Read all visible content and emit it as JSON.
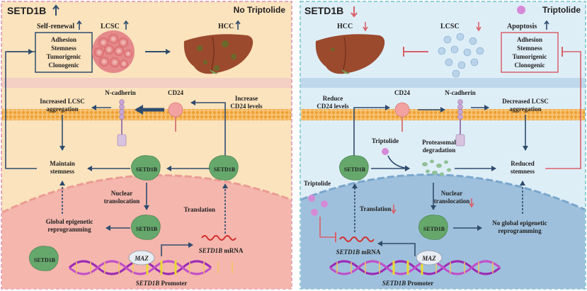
{
  "left": {
    "header_left": "SETD1B",
    "header_right": "No Triptolide",
    "self_renewal": "Self-renewal",
    "lcsc": "LCSC",
    "hcc": "HCC",
    "box_lines": [
      "Adhesion",
      "Stemness",
      "Tumorigenic",
      "Clonogenic"
    ],
    "n_cadherin": "N-cadherin",
    "cd24": "CD24",
    "increased_lcsc": [
      "Increased LCSC",
      "aggregation"
    ],
    "increase_cd24": [
      "Increase",
      "CD24 levels"
    ],
    "maintain": [
      "Maintain",
      "stemness"
    ],
    "setd1b": "SETD1B",
    "nuclear": [
      "Nuclear",
      "translocation"
    ],
    "translation": "Translation",
    "global": [
      "Global epigenetic",
      "reprogramming"
    ],
    "maz": "MAZ",
    "mrna_gene": "SETD1B",
    "mrna_suffix": " mRNA",
    "promoter_gene": "SETD1B",
    "promoter_suffix": " Promoter"
  },
  "right": {
    "header_left": "SETD1B",
    "header_right": "Triptolide",
    "hcc": "HCC",
    "lcsc": "LCSC",
    "apoptosis": "Apoptosis",
    "box_lines": [
      "Adhesion",
      "Stemness",
      "Tumorigenic",
      "Clonogenic"
    ],
    "reduce_cd24": [
      "Reduce",
      "CD24 levels"
    ],
    "cd24": "CD24",
    "n_cadherin": "N-cadherin",
    "decreased_lcsc": [
      "Decreased LCSC",
      "aggregation"
    ],
    "triptolide_top": "Triptolide",
    "proteasomal": [
      "Proteasomal",
      "degradation"
    ],
    "reduced": [
      "Reduced",
      "stemness"
    ],
    "setd1b": "SETD1B",
    "triptolide_left": "Triptolide",
    "translation": "Translation",
    "nuclear": [
      "Nuclear",
      "translocation"
    ],
    "no_global": [
      "No global epigenetic",
      "reprogramming"
    ],
    "maz": "MAZ",
    "mrna_gene": "SETD1B",
    "mrna_suffix": " mRNA",
    "promoter_gene": "SETD1B",
    "promoter_suffix": " Promoter"
  },
  "colors": {
    "left_bg": "#fbe3bd",
    "right_bg": "#deeef7",
    "arrow": "#2f4c6e",
    "inhibit": "#d9606a",
    "membrane_left": "#f2a93b",
    "membrane_right": "#f2a93b",
    "nucleus_left": "#f4b6ad",
    "nucleus_right": "#9fc0dc",
    "liver": "#9b4a2e",
    "setd1b": "#66a86c",
    "cd24": "#f2a2a0",
    "ncad": "#c8a5d4",
    "triptolide": "#d58ad7"
  }
}
